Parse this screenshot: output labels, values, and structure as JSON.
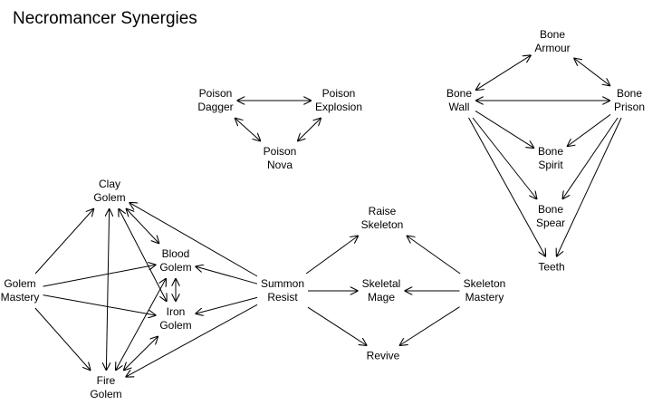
{
  "title": "Necromancer Synergies",
  "colors": {
    "line": "#000000",
    "text": "#000000",
    "background": "#ffffff"
  },
  "nodes": [
    {
      "id": "bone-armour",
      "lines": [
        "Bone",
        "Armour"
      ]
    },
    {
      "id": "bone-wall",
      "lines": [
        "Bone",
        "Wall"
      ]
    },
    {
      "id": "bone-prison",
      "lines": [
        "Bone",
        "Prison"
      ]
    },
    {
      "id": "bone-spirit",
      "lines": [
        "Bone",
        "Spirit"
      ]
    },
    {
      "id": "bone-spear",
      "lines": [
        "Bone",
        "Spear"
      ]
    },
    {
      "id": "teeth",
      "lines": [
        "Teeth"
      ]
    },
    {
      "id": "poison-dagger",
      "lines": [
        "Poison",
        "Dagger"
      ]
    },
    {
      "id": "poison-explosion",
      "lines": [
        "Poison",
        "Explosion"
      ]
    },
    {
      "id": "poison-nova",
      "lines": [
        "Poison",
        "Nova"
      ]
    },
    {
      "id": "clay-golem",
      "lines": [
        "Clay",
        "Golem"
      ]
    },
    {
      "id": "blood-golem",
      "lines": [
        "Blood",
        "Golem"
      ]
    },
    {
      "id": "iron-golem",
      "lines": [
        "Iron",
        "Golem"
      ]
    },
    {
      "id": "fire-golem",
      "lines": [
        "Fire",
        "Golem"
      ]
    },
    {
      "id": "golem-mastery",
      "lines": [
        "Golem",
        "Mastery"
      ]
    },
    {
      "id": "summon-resist",
      "lines": [
        "Summon",
        "Resist"
      ]
    },
    {
      "id": "raise-skeleton",
      "lines": [
        "Raise",
        "Skeleton"
      ]
    },
    {
      "id": "skeletal-mage",
      "lines": [
        "Skeletal",
        "Mage"
      ]
    },
    {
      "id": "revive",
      "lines": [
        "Revive"
      ]
    },
    {
      "id": "skeleton-mastery",
      "lines": [
        "Skeleton",
        "Mastery"
      ]
    }
  ],
  "edges": [
    {
      "from": "bone-armour",
      "to": "bone-wall",
      "bidirectional": true
    },
    {
      "from": "bone-armour",
      "to": "bone-prison",
      "bidirectional": true
    },
    {
      "from": "bone-wall",
      "to": "bone-prison",
      "bidirectional": true
    },
    {
      "from": "bone-wall",
      "to": "bone-spirit",
      "bidirectional": false
    },
    {
      "from": "bone-wall",
      "to": "bone-spear",
      "bidirectional": false
    },
    {
      "from": "bone-wall",
      "to": "teeth",
      "bidirectional": false
    },
    {
      "from": "bone-prison",
      "to": "bone-spirit",
      "bidirectional": false
    },
    {
      "from": "bone-prison",
      "to": "bone-spear",
      "bidirectional": false
    },
    {
      "from": "bone-prison",
      "to": "teeth",
      "bidirectional": false
    },
    {
      "from": "poison-dagger",
      "to": "poison-explosion",
      "bidirectional": true
    },
    {
      "from": "poison-dagger",
      "to": "poison-nova",
      "bidirectional": true
    },
    {
      "from": "poison-explosion",
      "to": "poison-nova",
      "bidirectional": true
    },
    {
      "from": "golem-mastery",
      "to": "clay-golem",
      "bidirectional": false
    },
    {
      "from": "golem-mastery",
      "to": "blood-golem",
      "bidirectional": false
    },
    {
      "from": "golem-mastery",
      "to": "iron-golem",
      "bidirectional": false
    },
    {
      "from": "golem-mastery",
      "to": "fire-golem",
      "bidirectional": false
    },
    {
      "from": "clay-golem",
      "to": "blood-golem",
      "bidirectional": true
    },
    {
      "from": "clay-golem",
      "to": "iron-golem",
      "bidirectional": true
    },
    {
      "from": "clay-golem",
      "to": "fire-golem",
      "bidirectional": true
    },
    {
      "from": "blood-golem",
      "to": "iron-golem",
      "bidirectional": true
    },
    {
      "from": "blood-golem",
      "to": "fire-golem",
      "bidirectional": true
    },
    {
      "from": "iron-golem",
      "to": "fire-golem",
      "bidirectional": true
    },
    {
      "from": "summon-resist",
      "to": "clay-golem",
      "bidirectional": false
    },
    {
      "from": "summon-resist",
      "to": "blood-golem",
      "bidirectional": false
    },
    {
      "from": "summon-resist",
      "to": "iron-golem",
      "bidirectional": false
    },
    {
      "from": "summon-resist",
      "to": "fire-golem",
      "bidirectional": false
    },
    {
      "from": "summon-resist",
      "to": "raise-skeleton",
      "bidirectional": false
    },
    {
      "from": "summon-resist",
      "to": "skeletal-mage",
      "bidirectional": false
    },
    {
      "from": "summon-resist",
      "to": "revive",
      "bidirectional": false
    },
    {
      "from": "skeleton-mastery",
      "to": "raise-skeleton",
      "bidirectional": false
    },
    {
      "from": "skeleton-mastery",
      "to": "skeletal-mage",
      "bidirectional": false
    },
    {
      "from": "skeleton-mastery",
      "to": "revive",
      "bidirectional": false
    }
  ]
}
